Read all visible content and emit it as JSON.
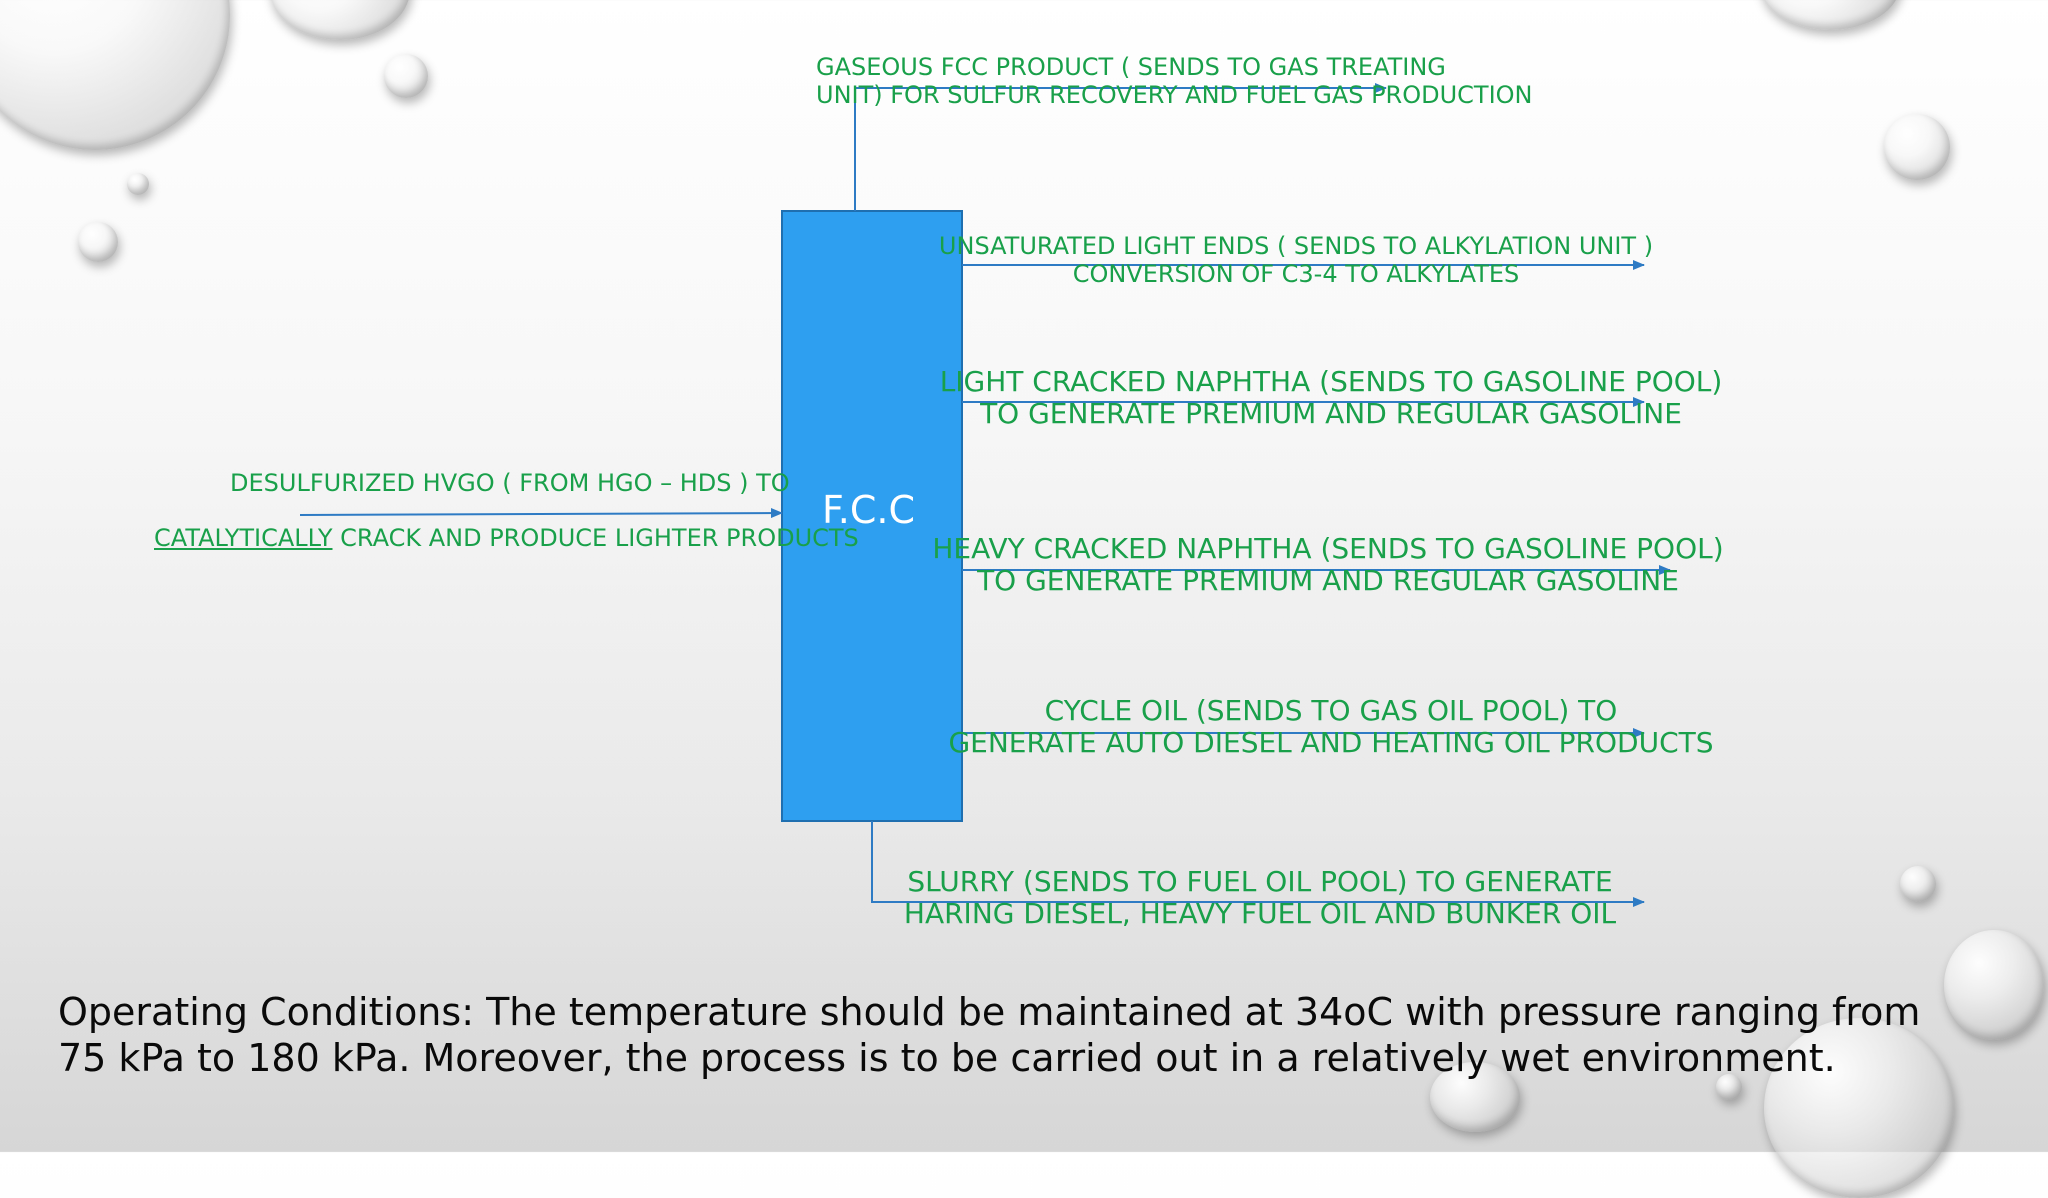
{
  "diagram": {
    "unit_label": "F.C.C",
    "colors": {
      "unit_fill": "#2e9ff0",
      "arrow": "#2e7bc4",
      "label_text": "#19a04a"
    },
    "feed": {
      "line1": "DESULFURIZED HVGO ( FROM HGO – HDS ) TO",
      "line2_highlight": "CATALYTICALLY",
      "line2_rest": " CRACK AND PRODUCE LIGHTER PRODUCTS"
    },
    "products": [
      {
        "line1": "GASEOUS FCC PRODUCT ( SENDS TO GAS TREATING",
        "line2": "UNIT) FOR SULFUR RECOVERY AND FUEL GAS PRODUCTION"
      },
      {
        "line1": "UNSATURATED LIGHT ENDS ( SENDS TO ALKYLATION UNIT )",
        "line2": "CONVERSION OF C3-4 TO ALKYLATES"
      },
      {
        "line1": "LIGHT CRACKED NAPHTHA (SENDS TO GASOLINE POOL)",
        "line2": "TO GENERATE PREMIUM AND REGULAR GASOLINE"
      },
      {
        "line1": "HEAVY CRACKED NAPHTHA (SENDS TO GASOLINE POOL)",
        "line2": "TO GENERATE PREMIUM AND REGULAR GASOLINE"
      },
      {
        "line1": "CYCLE OIL (SENDS TO GAS OIL POOL) TO",
        "line2": "GENERATE AUTO DIESEL AND HEATING OIL PRODUCTS"
      },
      {
        "line1": "SLURRY (SENDS TO FUEL OIL POOL) TO GENERATE",
        "line2": "HARING DIESEL, HEAVY FUEL OIL AND BUNKER OIL"
      }
    ]
  },
  "operating_conditions": "Operating Conditions: The temperature should be maintained at 34oC with pressure ranging from\n75 kPa to 180 kPa. Moreover, the process is to be carried out in a relatively wet environment."
}
